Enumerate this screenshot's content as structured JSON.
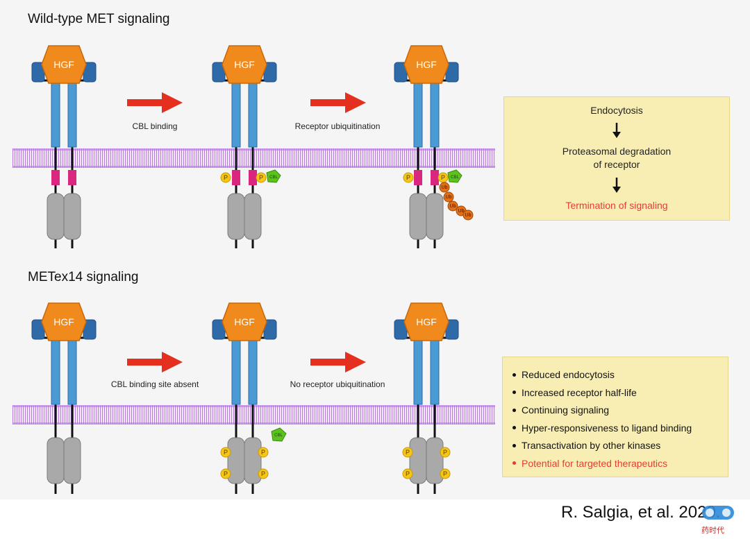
{
  "sections": {
    "top_title": "Wild-type MET signaling",
    "bottom_title": "METex14 signaling"
  },
  "labels": {
    "hgf": "HGF",
    "p": "P",
    "ub": "Ub",
    "cbl": "CBL"
  },
  "steps": {
    "top": [
      "CBL binding",
      "Receptor ubiquitination"
    ],
    "bottom": [
      "CBL binding site absent",
      "No receptor ubiquitination"
    ]
  },
  "top_box": {
    "line1": "Endocytosis",
    "line2": "Proteasomal degradation",
    "line3": "of receptor",
    "line4": "Termination of signaling"
  },
  "bottom_box": {
    "items": [
      "Reduced endocytosis",
      "Increased receptor half-life",
      "Continuing signaling",
      "Hyper-responsiveness to ligand binding",
      "Transactivation by other kinases",
      "Potential for targeted therapeutics"
    ]
  },
  "citation": "R. Salgia, et al. 2020.",
  "watermark_text": "药时代",
  "colors": {
    "arrow": "#e53020",
    "hgf": "#f08a1c",
    "receptor_blue": "#4a9bd4",
    "receptor_dark": "#1f4f8a",
    "jm_segment": "#d9267f",
    "kinase": "#a8a8a8",
    "phospho": "#f5c518",
    "ubiquitin": "#e0701a",
    "cbl": "#5cc21c",
    "red_text": "#e53c30"
  }
}
